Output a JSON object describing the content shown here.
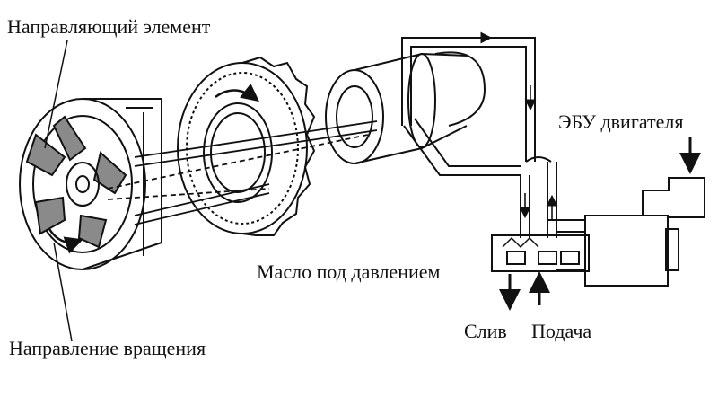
{
  "labels": {
    "guide_element": "Направляющий элемент",
    "rotation_direction": "Направление вращения",
    "ecu": "ЭБУ двигателя",
    "oil_pressure": "Масло под давлением",
    "drain": "Слив",
    "supply": "Подача"
  },
  "colors": {
    "line": "#111111",
    "shade": "#8a8a8a",
    "background": "#ffffff"
  }
}
